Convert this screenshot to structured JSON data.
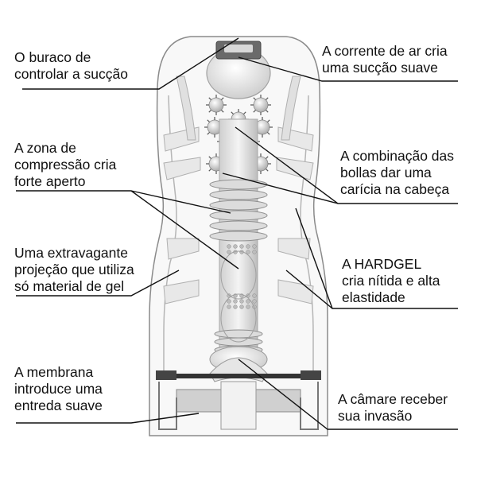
{
  "diagram": {
    "labels": [
      {
        "id": "suction-hole",
        "text": "O buraco de\ncontrolar a sucção"
      },
      {
        "id": "air-current",
        "text": "A corrente de ar cria\numa sucção suave"
      },
      {
        "id": "compression-zone",
        "text": "A zona de\ncompressão cria\nforte aperto"
      },
      {
        "id": "ball-combination",
        "text": "A combinação das\nbollas dar uma\ncarícia na cabeça"
      },
      {
        "id": "gel-projection",
        "text": "Uma extravagante\nprojeção que utiliza\nsó material de gel"
      },
      {
        "id": "hardgel",
        "text": "A HARDGEL\ncria nítida e alta\nelastidade"
      },
      {
        "id": "membrane",
        "text": "A membrana\nintroduce uma\nentreda suave"
      },
      {
        "id": "chamber",
        "text": "A câmare receber\nsua invasão"
      }
    ],
    "colors": {
      "line": "#111111",
      "outline": "#9a9a9a",
      "shell": "#f6f6f6",
      "inner": "#e4e4e4",
      "dark": "#555555"
    }
  }
}
